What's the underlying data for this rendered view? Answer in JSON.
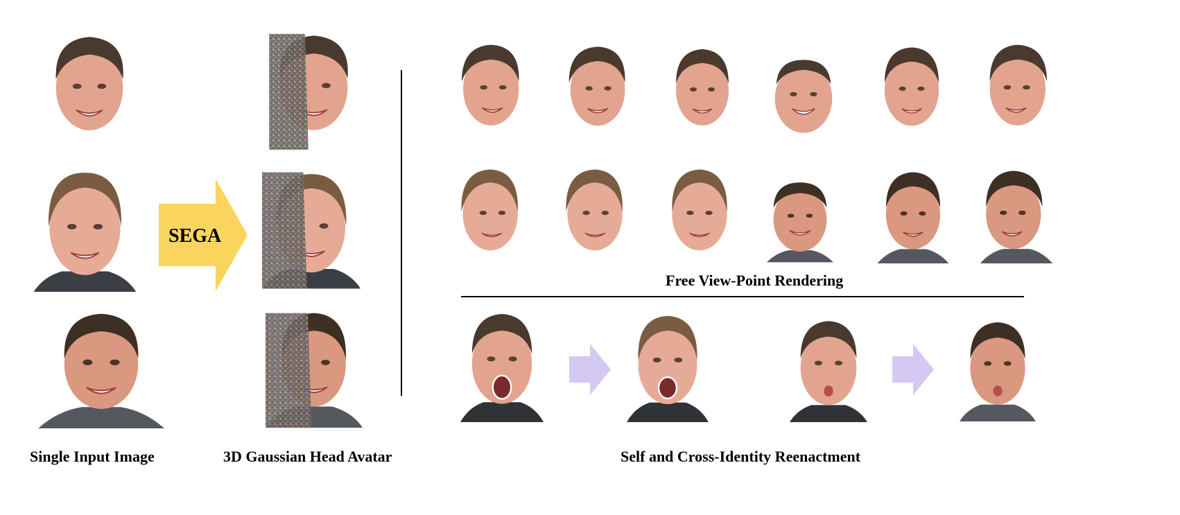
{
  "captions": {
    "single_input": "Single Input Image",
    "avatar": "3D Gaussian Head Avatar",
    "free_view": "Free View-Point Rendering",
    "reenactment": "Self and Cross-Identity Reenactment"
  },
  "arrow_label": "SEGA",
  "colors": {
    "arrow_yellow": "#f9d55e",
    "arrow_lavender": "#d3c9f3",
    "skin": "#e2a48f",
    "hair_dark": "#4a3a2e",
    "hair_light": "#7a5c42",
    "shirt": "#3b3f45"
  }
}
